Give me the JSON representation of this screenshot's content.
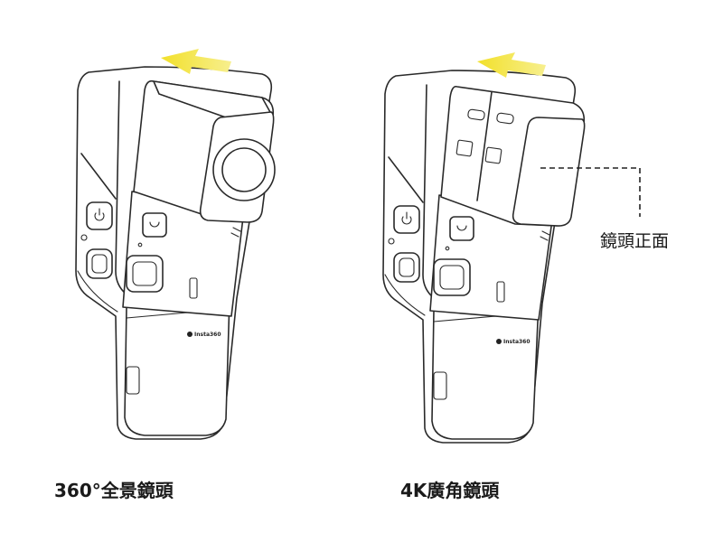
{
  "captions": {
    "left": "360°全景鏡頭",
    "right": "4K廣角鏡頭"
  },
  "callout": {
    "front_label": "鏡頭正面"
  },
  "brand_text": "Insta360",
  "colors": {
    "arrow": "#f2e24a",
    "line": "#2a2a2a",
    "background": "#ffffff",
    "callout_dash": "#222222"
  },
  "icons": [
    "arrow-left-icon",
    "power-icon",
    "shutter-button-icon"
  ]
}
